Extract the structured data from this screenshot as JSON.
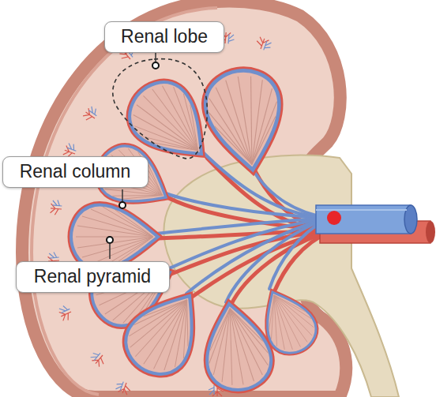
{
  "diagram": {
    "labels": [
      "Renal lobe",
      "Renal column",
      "Renal pyramid"
    ]
  }
}
